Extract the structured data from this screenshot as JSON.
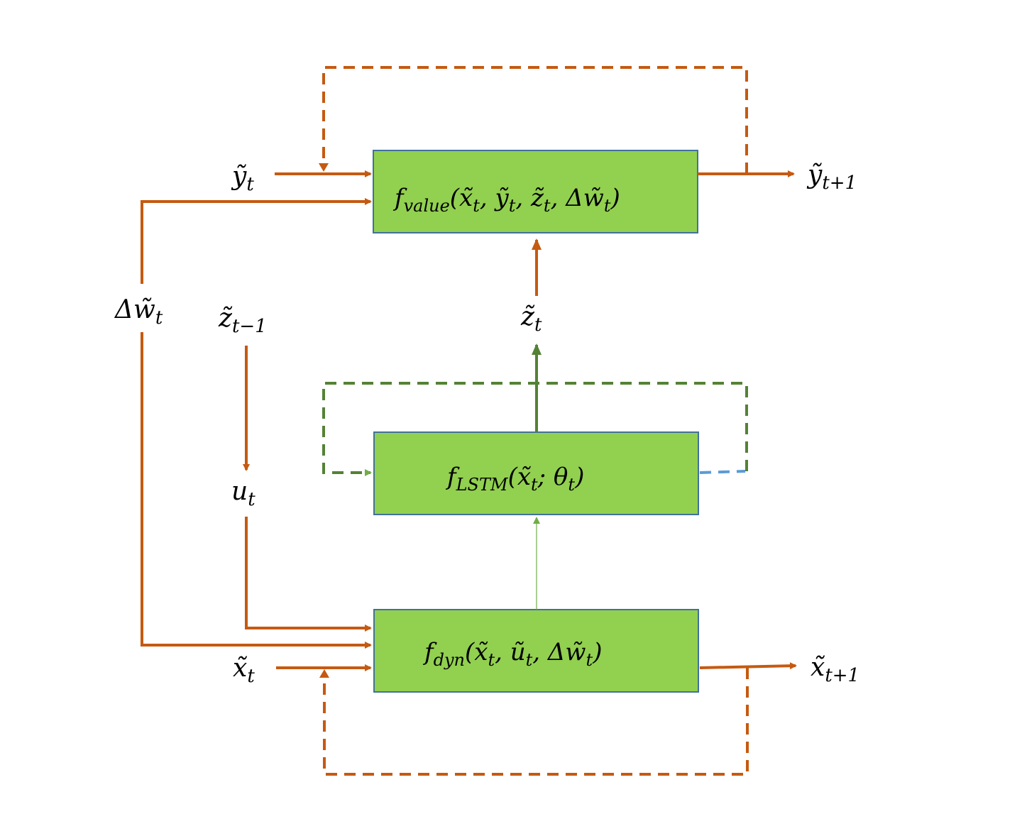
{
  "blocks": {
    "value": {
      "name": "value",
      "args": "(x̃",
      "args2": "t",
      "args3": ", ỹ",
      "args4": "t",
      "args5": ", z̃",
      "args6": "t",
      "args7": ", Δw̃",
      "args8": "t",
      "args9": ")"
    },
    "lstm": {
      "name": "LSTM",
      "a1": "(x̃",
      "a2": "t",
      "a3": "; θ",
      "a4": "t",
      "a5": ")"
    },
    "dyn": {
      "name": "dyn",
      "a1": "(x̃",
      "a2": "t",
      "a3": ", ũ",
      "a4": "t",
      "a5": ", Δw̃",
      "a6": "t",
      "a7": ")"
    }
  },
  "labels": {
    "y_t": {
      "base": "ỹ",
      "sub": "t"
    },
    "y_t1": {
      "base": "ỹ",
      "sub": "t+1"
    },
    "dw_t": {
      "base": "Δw̃",
      "sub": "t"
    },
    "z_tm1": {
      "base": "z̃",
      "sub": "t−1"
    },
    "z_t": {
      "base": "z̃",
      "sub": "t"
    },
    "u_t": {
      "base": "u",
      "sub": "t"
    },
    "x_t": {
      "base": "x̃",
      "sub": "t"
    },
    "x_t1": {
      "base": "x̃",
      "sub": "t+1"
    }
  },
  "f_symbol": "f",
  "colors": {
    "block_fill": "#92d050",
    "block_border": "#41719c",
    "orange_arrow": "#c55a11",
    "green_arrow": "#548235",
    "blue_dash": "#5b9bd5"
  }
}
